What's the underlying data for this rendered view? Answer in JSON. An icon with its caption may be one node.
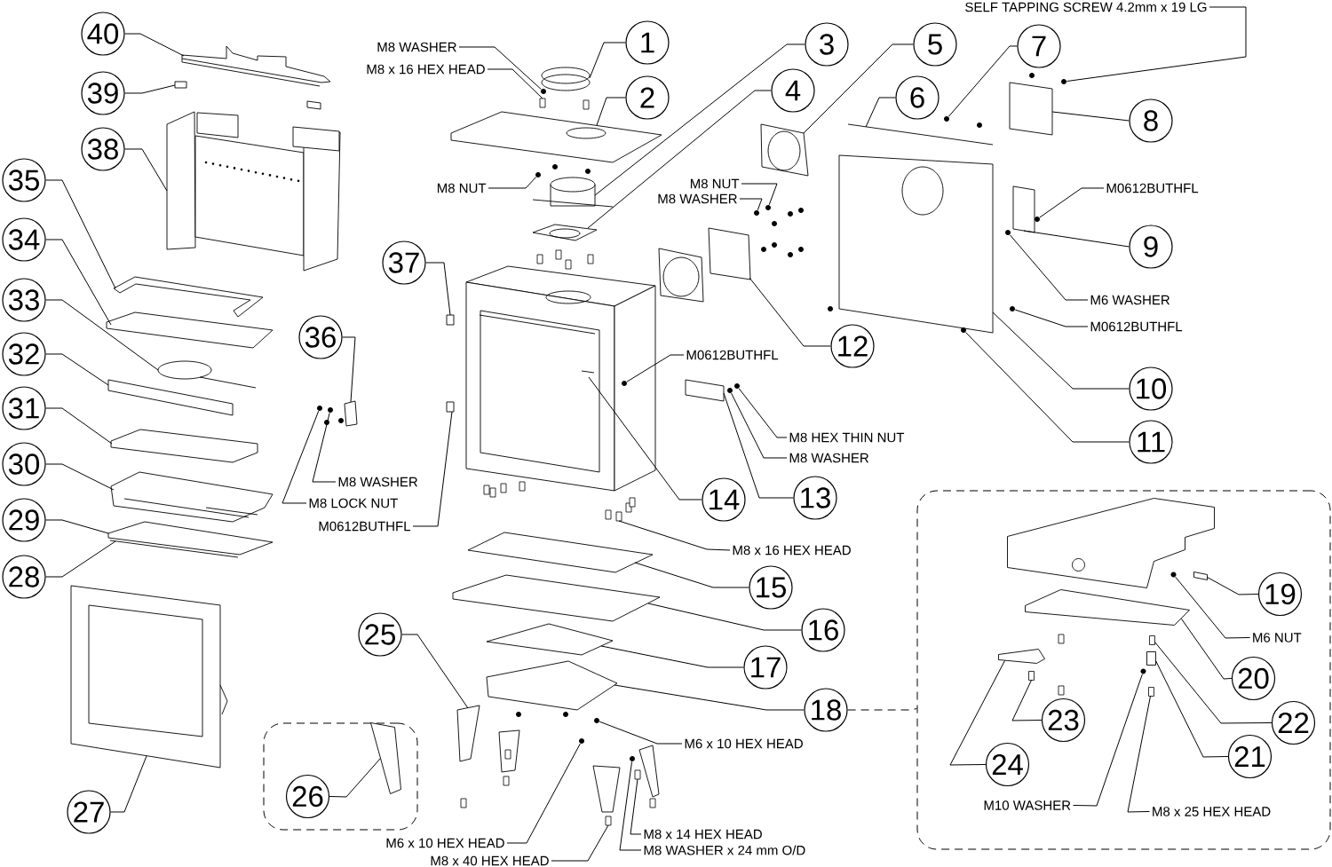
{
  "diagram": {
    "nodes": [
      {
        "text": [],
        "shape": "box"
      },
      {
        "text": [],
        "shape": "box"
      },
      {
        "text": [
          "1"
        ]
      },
      {
        "text": [
          "2"
        ]
      },
      {
        "text": [
          "3"
        ]
      },
      {
        "text": [
          "4"
        ]
      },
      {
        "text": [
          "5"
        ]
      },
      {
        "text": [
          "6"
        ]
      },
      {
        "text": [
          "7"
        ]
      },
      {
        "text": [
          "8"
        ]
      },
      {
        "text": [
          "9"
        ]
      },
      {
        "text": [
          "10"
        ]
      },
      {
        "text": [
          "11"
        ]
      },
      {
        "text": [
          "12"
        ]
      },
      {
        "text": [
          "13"
        ]
      },
      {
        "text": [
          "14"
        ]
      },
      {
        "text": [
          "15"
        ]
      },
      {
        "text": [
          "16"
        ]
      },
      {
        "text": [
          "17"
        ]
      },
      {
        "text": [
          "18"
        ]
      },
      {
        "text": [
          "19"
        ],
        "in": 0
      },
      {
        "text": [
          "20"
        ],
        "in": 0
      },
      {
        "text": [
          "21"
        ],
        "in": 0
      },
      {
        "text": [
          "22"
        ],
        "in": 0
      },
      {
        "text": [
          "23"
        ],
        "in": 0
      },
      {
        "text": [
          "24"
        ],
        "in": 0
      },
      {
        "text": [
          "25"
        ]
      },
      {
        "text": [
          "26"
        ],
        "in": 1
      },
      {
        "text": [
          "27"
        ]
      },
      {
        "text": [
          "28"
        ]
      },
      {
        "text": [
          "29"
        ]
      },
      {
        "text": [
          "30"
        ]
      },
      {
        "text": [
          "31"
        ]
      },
      {
        "text": [
          "32"
        ]
      },
      {
        "text": [
          "33"
        ]
      },
      {
        "text": [
          "34"
        ]
      },
      {
        "text": [
          "35"
        ]
      },
      {
        "text": [
          "36"
        ]
      },
      {
        "text": [
          "37"
        ]
      },
      {
        "text": [
          "38"
        ]
      },
      {
        "text": [
          "39"
        ]
      },
      {
        "text": [
          "40"
        ]
      },
      {
        "text": [
          "SELF TAPPING SCREW 4.2mm x 19 LG"
        ]
      },
      {
        "text": [
          "M8 WASHER"
        ]
      },
      {
        "text": [
          "M8 x 16 HEX HEAD"
        ]
      },
      {
        "text": [
          "M8 NUT"
        ]
      },
      {
        "text": [
          "M8 NUT"
        ]
      },
      {
        "text": [
          "M8 WASHER"
        ]
      },
      {
        "text": [
          "M0612BUTHFL"
        ]
      },
      {
        "text": [
          "M6 WASHER"
        ]
      },
      {
        "text": [
          "M0612BUTHFL"
        ]
      },
      {
        "text": [
          "M0612BUTHFL"
        ]
      },
      {
        "text": [
          "M8 HEX THIN NUT"
        ]
      },
      {
        "text": [
          "M8 WASHER"
        ]
      },
      {
        "text": [
          "M8 WASHER"
        ]
      },
      {
        "text": [
          "M8 LOCK NUT"
        ]
      },
      {
        "text": [
          "M0612BUTHFL"
        ]
      },
      {
        "text": [
          "M8 x 16 HEX HEAD"
        ]
      },
      {
        "text": [
          "M6 NUT"
        ],
        "in": 0
      },
      {
        "text": [
          "M6 x 10 HEX  HEAD"
        ]
      },
      {
        "text": [
          "M10 WASHER"
        ],
        "in": 0
      },
      {
        "text": [
          "M8 x 25 HEX HEAD"
        ],
        "in": 0
      },
      {
        "text": [
          "M8 x 14 HEX HEAD"
        ]
      },
      {
        "text": [
          "M6 x 10 HEX  HEAD"
        ]
      },
      {
        "text": [
          "M8 WASHER x 24 mm O/D"
        ]
      },
      {
        "text": [
          "M8 x 40 HEX HEAD"
        ]
      },
      {
        "text": [],
        "shape": "cylinder"
      },
      {
        "text": [],
        "shape": "picture"
      },
      {
        "text": [],
        "shape": "picture"
      },
      {
        "text": [],
        "shape": "picture"
      },
      {
        "text": [],
        "shape": "picture"
      },
      {
        "text": [],
        "shape": "bar"
      },
      {
        "text": [],
        "shape": "circle"
      },
      {
        "text": [],
        "shape": "box"
      },
      {
        "text": [],
        "shape": "box"
      },
      {
        "text": [],
        "shape": "picture"
      },
      {
        "text": [],
        "shape": "circle"
      },
      {
        "text": [],
        "shape": "box"
      },
      {
        "text": [],
        "shape": "box"
      },
      {
        "text": [],
        "shape": "picture"
      },
      {
        "text": [],
        "shape": "box"
      },
      {
        "text": [],
        "shape": "box"
      },
      {
        "text": [],
        "shape": "box"
      },
      {
        "text": [],
        "shape": "box"
      },
      {
        "text": [],
        "shape": "box",
        "in": 0
      },
      {
        "text": [],
        "shape": "box",
        "in": 0
      },
      {
        "text": [],
        "shape": "box",
        "in": 0
      },
      {
        "text": [],
        "shape": "bar",
        "in": 0
      },
      {
        "text": [],
        "shape": "bar",
        "in": 0
      },
      {
        "text": [],
        "shape": "box",
        "in": 0
      },
      {
        "text": [],
        "shape": "box"
      },
      {
        "text": [],
        "shape": "box",
        "in": 1
      },
      {
        "text": [],
        "shape": "picture"
      },
      {
        "text": [],
        "shape": "bar"
      },
      {
        "text": [],
        "shape": "box"
      },
      {
        "text": [],
        "shape": "picture"
      },
      {
        "text": [],
        "shape": "box"
      },
      {
        "text": [],
        "shape": "box"
      },
      {
        "text": [],
        "shape": "picture"
      },
      {
        "text": [],
        "shape": "box"
      },
      {
        "text": [],
        "shape": "box"
      },
      {
        "text": [],
        "shape": "box"
      },
      {
        "text": [],
        "shape": "box"
      },
      {
        "text": [],
        "shape": "picture"
      },
      {
        "text": [],
        "shape": "box"
      },
      {
        "text": [],
        "shape": "picture"
      },
      {
        "text": [],
        "shape": "circle"
      },
      {
        "text": [],
        "shape": "circle"
      },
      {
        "text": [],
        "shape": "bar"
      },
      {
        "text": [],
        "shape": "circle"
      },
      {
        "text": [],
        "shape": "circle"
      },
      {
        "text": [],
        "shape": "circle"
      },
      {
        "text": [],
        "shape": "circle"
      },
      {
        "text": [],
        "shape": "circle"
      },
      {
        "text": [],
        "shape": "circle"
      },
      {
        "text": [],
        "shape": "circle"
      },
      {
        "text": [],
        "shape": "circle"
      },
      {
        "text": [],
        "shape": "circle"
      },
      {
        "text": [],
        "shape": "circle"
      },
      {
        "text": [],
        "shape": "circle"
      },
      {
        "text": [],
        "shape": "box"
      },
      {
        "text": [],
        "shape": "bar"
      },
      {
        "text": [],
        "shape": "circle",
        "in": 0
      },
      {
        "text": [],
        "shape": "circle"
      },
      {
        "text": [],
        "shape": "circle",
        "in": 0
      },
      {
        "text": [],
        "shape": "bar",
        "in": 0
      },
      {
        "text": [],
        "shape": "bar"
      },
      {
        "text": [],
        "shape": "circle"
      },
      {
        "text": [],
        "shape": "circle"
      },
      {
        "text": [],
        "shape": "bar"
      },
      {
        "text": [],
        "shape": "picture",
        "in": 0
      }
    ],
    "edges": [
      {
        "from": 2,
        "to": 66,
        "arrow": "none"
      },
      {
        "from": 3,
        "to": 67,
        "arrow": "none"
      },
      {
        "from": 4,
        "to": 68,
        "arrow": "none"
      },
      {
        "from": 5,
        "to": 69,
        "arrow": "none"
      },
      {
        "from": 6,
        "to": 70,
        "arrow": "none"
      },
      {
        "from": 7,
        "to": 71,
        "arrow": "none"
      },
      {
        "from": 8,
        "to": 72,
        "arrow": "none"
      },
      {
        "from": 9,
        "to": 73,
        "arrow": "none"
      },
      {
        "from": 10,
        "to": 74,
        "arrow": "none"
      },
      {
        "from": 11,
        "to": 75,
        "arrow": "none"
      },
      {
        "from": 12,
        "to": 76,
        "arrow": "none"
      },
      {
        "from": 13,
        "to": 77,
        "arrow": "none"
      },
      {
        "from": 14,
        "to": 78,
        "arrow": "none"
      },
      {
        "from": 15,
        "to": 79,
        "arrow": "none"
      },
      {
        "from": 16,
        "to": 80,
        "arrow": "none"
      },
      {
        "from": 17,
        "to": 81,
        "arrow": "none"
      },
      {
        "from": 18,
        "to": 82,
        "arrow": "none"
      },
      {
        "from": 19,
        "to": 83,
        "arrow": "none"
      },
      {
        "from": 20,
        "to": 84,
        "arrow": "none"
      },
      {
        "from": 21,
        "to": 85,
        "arrow": "none"
      },
      {
        "from": 22,
        "to": 86,
        "arrow": "none"
      },
      {
        "from": 23,
        "to": 87,
        "arrow": "none"
      },
      {
        "from": 24,
        "to": 88,
        "arrow": "none"
      },
      {
        "from": 25,
        "to": 89,
        "arrow": "none"
      },
      {
        "from": 26,
        "to": 90,
        "arrow": "none"
      },
      {
        "from": 27,
        "to": 91,
        "arrow": "none"
      },
      {
        "from": 28,
        "to": 92,
        "arrow": "none"
      },
      {
        "from": 29,
        "to": 93,
        "arrow": "none"
      },
      {
        "from": 30,
        "to": 94,
        "arrow": "none"
      },
      {
        "from": 31,
        "to": 95,
        "arrow": "none"
      },
      {
        "from": 32,
        "to": 96,
        "arrow": "none"
      },
      {
        "from": 33,
        "to": 97,
        "arrow": "none"
      },
      {
        "from": 34,
        "to": 98,
        "arrow": "none"
      },
      {
        "from": 35,
        "to": 99,
        "arrow": "none"
      },
      {
        "from": 36,
        "to": 100,
        "arrow": "none"
      },
      {
        "from": 37,
        "to": 101,
        "arrow": "none"
      },
      {
        "from": 38,
        "to": 102,
        "arrow": "none"
      },
      {
        "from": 39,
        "to": 103,
        "arrow": "none"
      },
      {
        "from": 40,
        "to": 104,
        "arrow": "none"
      },
      {
        "from": 41,
        "to": 105,
        "arrow": "none"
      },
      {
        "from": 42,
        "to": 106,
        "arrow": "none"
      },
      {
        "from": 43,
        "to": 107,
        "arrow": "none"
      },
      {
        "from": 44,
        "to": 108,
        "arrow": "none"
      },
      {
        "from": 45,
        "to": 109,
        "arrow": "none"
      },
      {
        "from": 46,
        "to": 110,
        "arrow": "none"
      },
      {
        "from": 47,
        "to": 111,
        "arrow": "none"
      },
      {
        "from": 48,
        "to": 112,
        "arrow": "none"
      },
      {
        "from": 49,
        "to": 113,
        "arrow": "none"
      },
      {
        "from": 50,
        "to": 114,
        "arrow": "none"
      },
      {
        "from": 51,
        "to": 115,
        "arrow": "none"
      },
      {
        "from": 52,
        "to": 116,
        "arrow": "none"
      },
      {
        "from": 53,
        "to": 117,
        "arrow": "none"
      },
      {
        "from": 54,
        "to": 118,
        "arrow": "none"
      },
      {
        "from": 55,
        "to": 119,
        "arrow": "none"
      },
      {
        "from": 56,
        "to": 120,
        "arrow": "none"
      },
      {
        "from": 57,
        "to": 121,
        "arrow": "none"
      },
      {
        "from": 58,
        "to": 122,
        "arrow": "none"
      },
      {
        "from": 59,
        "to": 123,
        "arrow": "none"
      },
      {
        "from": 60,
        "to": 124,
        "arrow": "none"
      },
      {
        "from": 61,
        "to": 125,
        "arrow": "none"
      },
      {
        "from": 62,
        "to": 126,
        "arrow": "none"
      },
      {
        "from": 63,
        "to": 127,
        "arrow": "none"
      },
      {
        "from": 64,
        "to": 128,
        "arrow": "none"
      },
      {
        "from": 65,
        "to": 129,
        "arrow": "none"
      },
      {
        "from": 19,
        "to": 0,
        "arrow": "none",
        "style": "dashed"
      }
    ]
  }
}
